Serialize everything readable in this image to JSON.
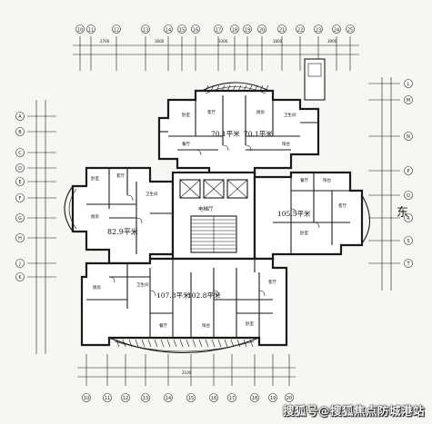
{
  "plan": {
    "axis_tags_top": [
      "10",
      "11",
      "12",
      "13",
      "14",
      "15",
      "16",
      "17",
      "18",
      "19",
      "20",
      "21",
      "22",
      "23",
      "24",
      "25"
    ],
    "axis_tags_left": [
      "A",
      "B",
      "C",
      "D",
      "E",
      "F",
      "G",
      "H",
      "J",
      "K"
    ],
    "axis_tags_right": [
      "L",
      "M",
      "N",
      "P",
      "Q",
      "R",
      "S",
      "T"
    ],
    "axis_tags_bottom": [
      "10",
      "11",
      "12",
      "13",
      "14",
      "15",
      "16",
      "17",
      "18",
      "19",
      "20"
    ],
    "unit_areas": {
      "north_left": "70.1平米",
      "north_right": "70.1平米",
      "west": "82.9平米",
      "east": "105.5平米",
      "south_left": "107.8平米",
      "south_right": "102.8平米"
    },
    "core_label": "电梯厅",
    "direction_east": "东",
    "dim_notes": [
      "2700",
      "3000",
      "3300",
      "1800",
      "3900",
      "2100"
    ],
    "room_tags": [
      "卧室",
      "客厅",
      "厨房",
      "卫生间",
      "餐厅",
      "阳台"
    ]
  },
  "watermark": "搜狐号@搜狐焦点防城港站"
}
